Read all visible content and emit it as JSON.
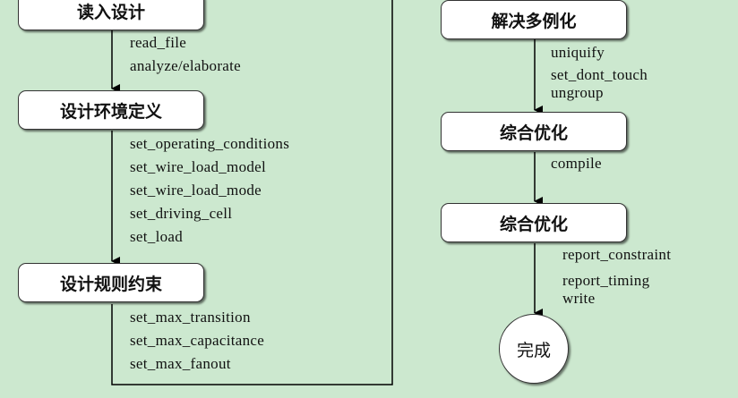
{
  "diagram": {
    "left_column": [
      {
        "step": "读入设计",
        "commands": [
          "read_file",
          "analyze/elaborate"
        ]
      },
      {
        "step": "设计环境定义",
        "commands": [
          "set_operating_conditions",
          "set_wire_load_model",
          "set_wire_load_mode",
          "set_driving_cell",
          "set_load"
        ]
      },
      {
        "step": "设计规则约束",
        "commands": [
          "set_max_transition",
          "set_max_capacitance",
          "set_max_fanout"
        ]
      }
    ],
    "right_column": [
      {
        "step": "解决多例化",
        "commands": [
          "uniquify",
          "set_dont_touch",
          "ungroup"
        ]
      },
      {
        "step": "综合优化",
        "commands": [
          "compile"
        ]
      },
      {
        "step": "综合优化",
        "commands": [
          "report_constraint",
          "report_timing",
          "write"
        ]
      }
    ],
    "end_node": "完成"
  }
}
